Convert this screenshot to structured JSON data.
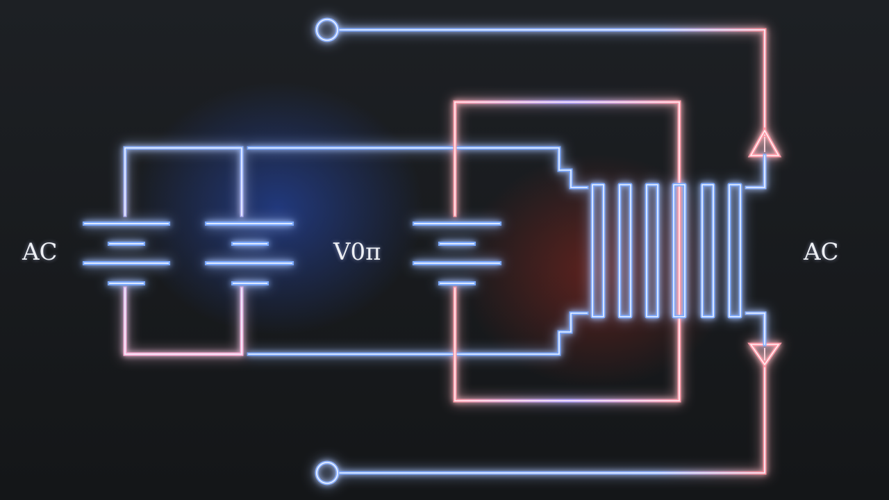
{
  "labels": {
    "left_source": "AC",
    "middle_source": "V0π",
    "right_output": "AC"
  },
  "colors": {
    "blue_wire": "#6fa4ff",
    "red_wire": "#ff8a8a",
    "wire_core": "#eaf2ff"
  }
}
